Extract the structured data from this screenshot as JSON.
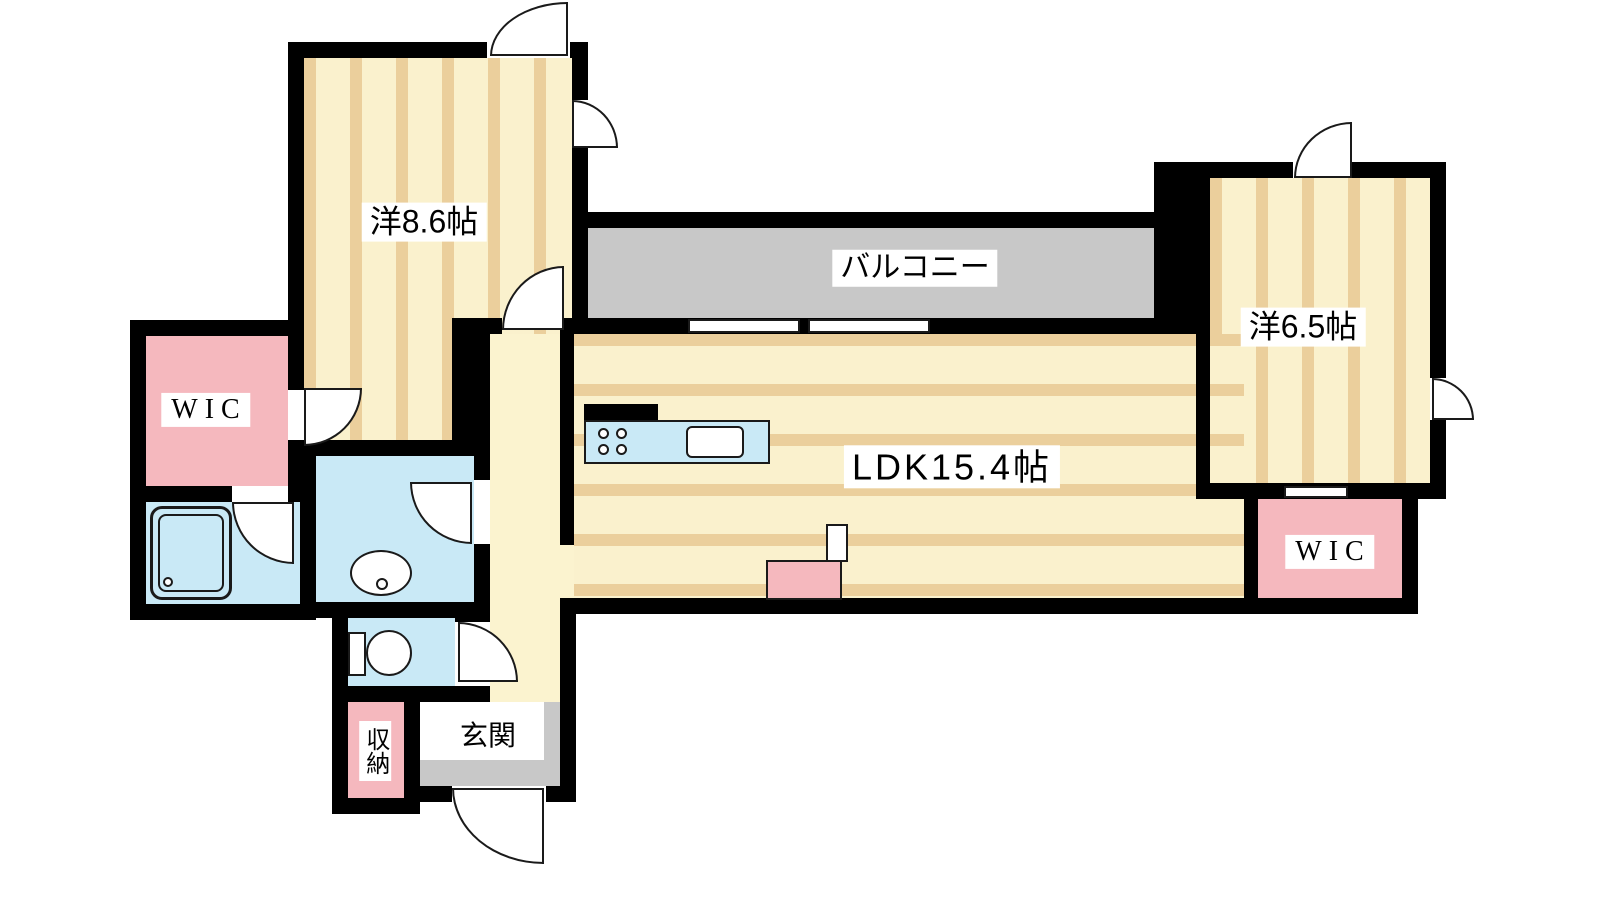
{
  "floorplan": {
    "labels": {
      "bedroom_main": "洋8.6帖",
      "balcony": "バルコニー",
      "bedroom_second": "洋6.5帖",
      "wic_left": "WIC",
      "ldk": "LDK15.4帖",
      "wic_right": "WIC",
      "storage": "収納",
      "entrance": "玄関"
    },
    "colors": {
      "wall": "#000000",
      "room_cream": "#FAF1CD",
      "stripe_tan": "#EBCF9C",
      "hall_cream": "#FBF3CF",
      "balcony_gray": "#C8C8C8",
      "closet_pink": "#F5B8BE",
      "wet_area_blue": "#C9E9F6",
      "text": "#000000"
    }
  }
}
